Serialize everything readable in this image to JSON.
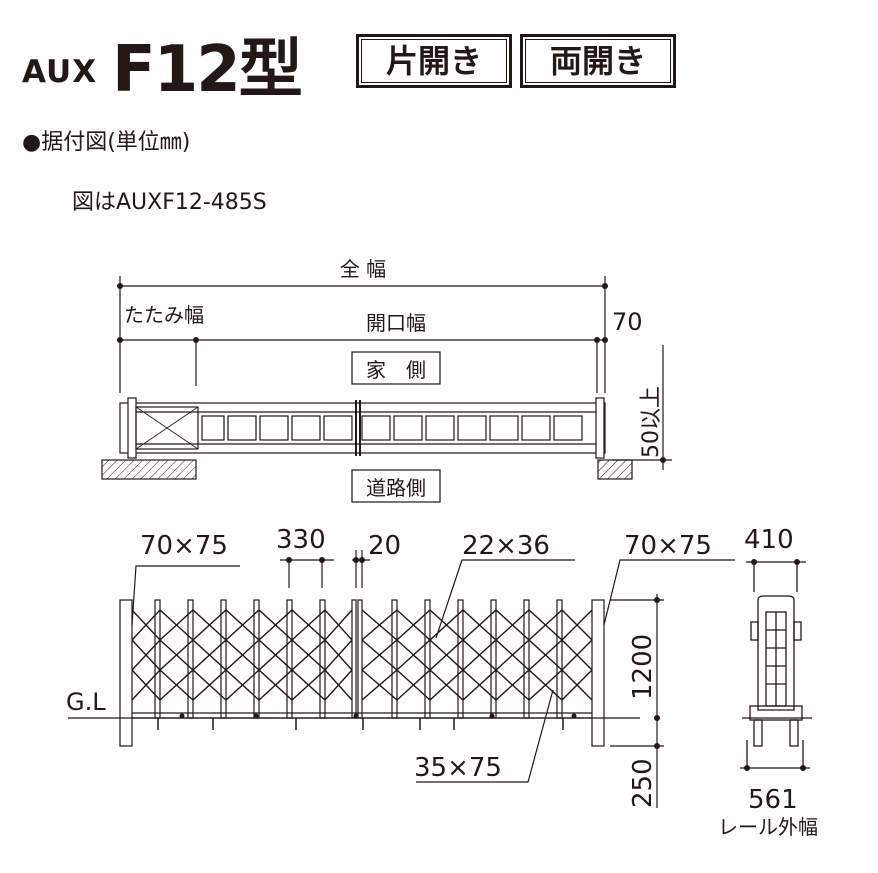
{
  "header": {
    "prefix": "AUX",
    "model": "F12型",
    "badge_single": "片開き",
    "badge_double": "両開き"
  },
  "section": {
    "heading": "●据付図(単位㎜)",
    "figure_note": "図はAUXF12-485S"
  },
  "plan_view": {
    "total_width": "全 幅",
    "fold_width": "たたみ幅",
    "opening_width": "開口幅",
    "dim_70": "70",
    "house_side": "家　側",
    "road_side": "道路側",
    "dim_50": "50以上"
  },
  "elevation_view": {
    "post_left": "70×75",
    "dim_330": "330",
    "dim_20": "20",
    "lattice": "22×36",
    "post_right": "70×75",
    "gl": "G.L",
    "rail": "35×75",
    "height_1200": "1200",
    "depth_250": "250"
  },
  "side_view": {
    "top_width": "410",
    "rail_width": "561",
    "rail_label": "レール外幅"
  }
}
